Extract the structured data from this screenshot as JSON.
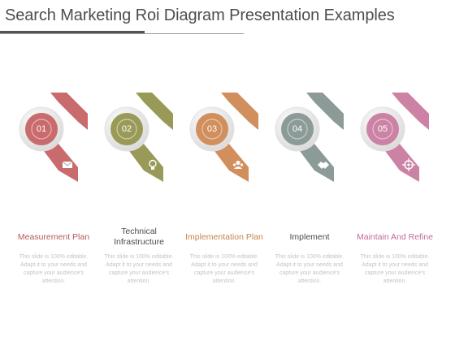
{
  "title": "Search Marketing Roi Diagram Presentation Examples",
  "steps": [
    {
      "number": "01",
      "label": "Measurement Plan",
      "icon": "envelope-icon",
      "description": "This slide is 100% editable. Adapt it to your needs and capture your audience's attention.",
      "color": "#c96a6c",
      "shade": "#a24c50",
      "label_color": "#b35a5a"
    },
    {
      "number": "02",
      "label": "Technical Infrastructure",
      "icon": "lightbulb-icon",
      "description": "This slide is 100% editable. Adapt it to your needs and capture your audience's attention.",
      "color": "#9a9a58",
      "shade": "#75763f",
      "label_color": "#4a4a4a"
    },
    {
      "number": "03",
      "label": "Implementation Plan",
      "icon": "team-icon",
      "description": "This slide is 100% editable. Adapt it to your needs and capture your audience's attention.",
      "color": "#d08f5c",
      "shade": "#a86c3e",
      "label_color": "#c4844e"
    },
    {
      "number": "04",
      "label": "Implement",
      "icon": "handshake-icon",
      "description": "This slide is 100% editable. Adapt it to your needs and capture your audience's attention.",
      "color": "#8c9a98",
      "shade": "#6a7776",
      "label_color": "#4a4a4a"
    },
    {
      "number": "05",
      "label": "Maintain And Refine",
      "icon": "target-icon",
      "description": "This slide is 100% editable. Adapt it to your needs and capture your audience's attention.",
      "color": "#cc82a4",
      "shade": "#a45f80",
      "label_color": "#c06d96"
    }
  ]
}
